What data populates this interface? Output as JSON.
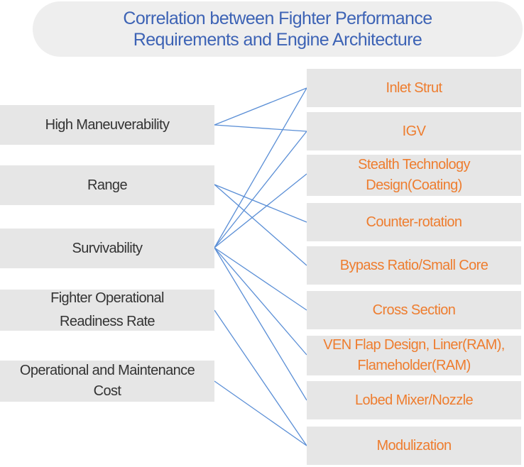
{
  "title": {
    "line1": "Correlation between Fighter Performance",
    "line2": "Requirements and Engine Architecture"
  },
  "requirements": [
    {
      "lines": [
        "High Maneuverability"
      ]
    },
    {
      "lines": [
        "Range"
      ]
    },
    {
      "lines": [
        "Survivability"
      ]
    },
    {
      "lines": [
        "Fighter Operational",
        "Readiness Rate"
      ]
    },
    {
      "lines": [
        "Operational and Maintenance",
        "Cost"
      ]
    }
  ],
  "architecture": [
    {
      "lines": [
        "Inlet Strut"
      ]
    },
    {
      "lines": [
        "IGV"
      ]
    },
    {
      "lines": [
        "Stealth Technology",
        "Design(Coating)"
      ]
    },
    {
      "lines": [
        "Counter-rotation"
      ]
    },
    {
      "lines": [
        "Bypass Ratio/Small Core"
      ]
    },
    {
      "lines": [
        "Cross Section"
      ]
    },
    {
      "lines": [
        "VEN Flap Design, Liner(RAM),",
        "Flameholder(RAM)"
      ]
    },
    {
      "lines": [
        "Lobed Mixer/Nozzle"
      ]
    },
    {
      "lines": [
        "Modulization"
      ]
    }
  ],
  "links": [
    {
      "from": "High Maneuverability",
      "to": "Inlet Strut"
    },
    {
      "from": "High Maneuverability",
      "to": "IGV"
    },
    {
      "from": "Range",
      "to": "Counter-rotation"
    },
    {
      "from": "Range",
      "to": "Bypass Ratio/Small Core"
    },
    {
      "from": "Survivability",
      "to": "Inlet Strut"
    },
    {
      "from": "Survivability",
      "to": "IGV"
    },
    {
      "from": "Survivability",
      "to": "Stealth Technology Design(Coating)"
    },
    {
      "from": "Survivability",
      "to": "Cross Section"
    },
    {
      "from": "Survivability",
      "to": "VEN Flap Design, Liner(RAM), Flameholder(RAM)"
    },
    {
      "from": "Survivability",
      "to": "Lobed Mixer/Nozzle"
    },
    {
      "from": "Fighter Operational Readiness Rate",
      "to": "Modulization"
    },
    {
      "from": "Operational and Maintenance Cost",
      "to": "Modulization"
    }
  ]
}
